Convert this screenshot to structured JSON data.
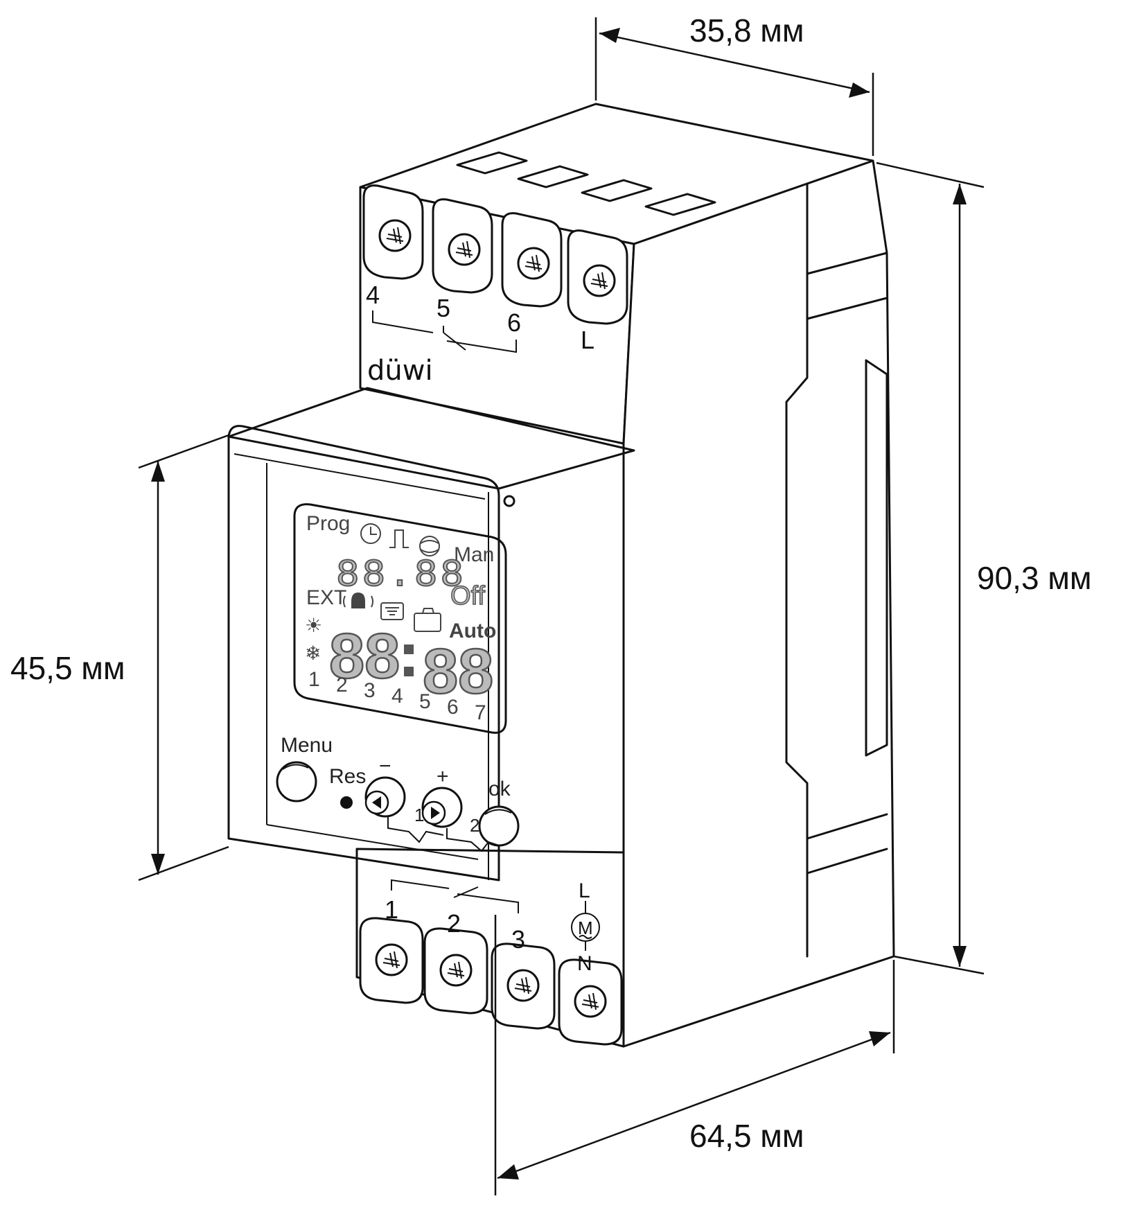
{
  "dimensions": {
    "width": "35,8 мм",
    "height_total": "90,3 мм",
    "height_front": "45,5 мм",
    "depth": "64,5 мм"
  },
  "brand": "düwi",
  "terminals_top": [
    "4",
    "5",
    "6",
    "L"
  ],
  "terminals_bottom": [
    "1",
    "2",
    "3"
  ],
  "motor_labels": {
    "top": "L",
    "symbol": "M",
    "bottom": "N"
  },
  "lcd": {
    "prog": "Prog",
    "man": "Man",
    "top_digits": "88.88",
    "off": "Off",
    "ext": "EXT",
    "auto": "Auto",
    "main_left": "88",
    "main_right": "88",
    "days": [
      "1",
      "2",
      "3",
      "4",
      "5",
      "6",
      "7"
    ]
  },
  "buttons": {
    "menu": "Menu",
    "res": "Res",
    "minus": "−",
    "plus": "+",
    "ok": "ok",
    "channel_1": "1",
    "channel_2": "2"
  }
}
